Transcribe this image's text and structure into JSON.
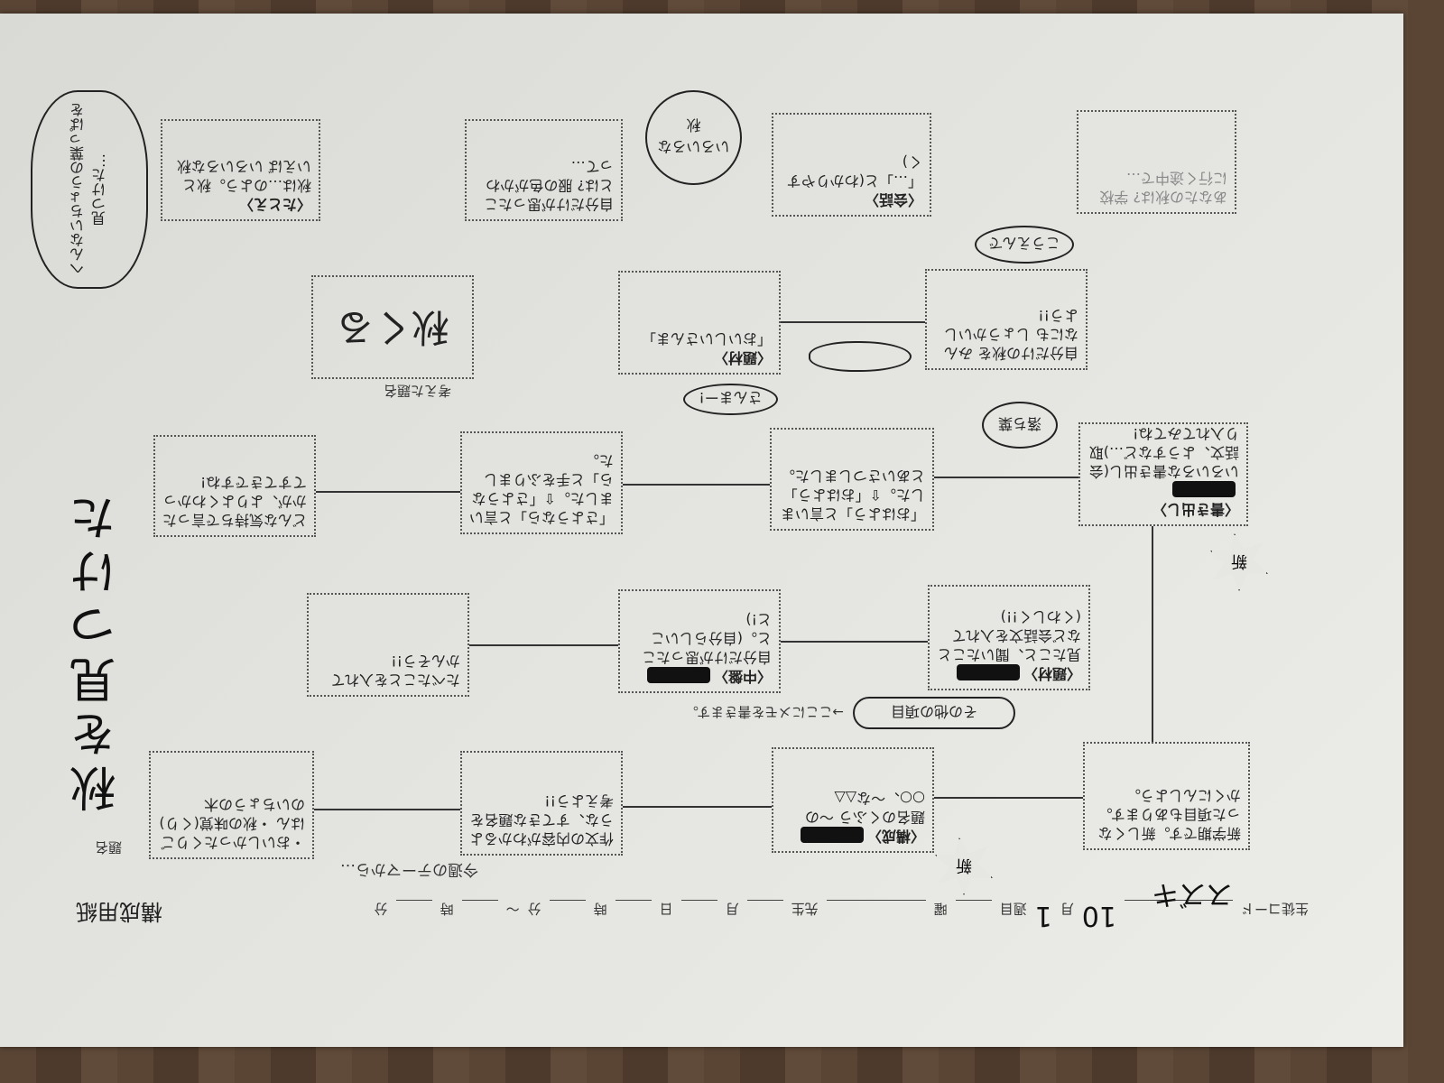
{
  "header": {
    "student_code_label": "生徒コード",
    "name": "スズキ",
    "month": "10",
    "month_label": "月",
    "week": "1",
    "week_label": "週目",
    "weekday_label": "曜",
    "teacher_label": "先生",
    "date_month_label": "月",
    "date_day_label": "日",
    "time_from_hour": "時",
    "time_from_min": "分",
    "tilde": "～",
    "time_to_hour": "時",
    "time_to_min": "分",
    "sheet_title": "構成用紙",
    "title_label": "題名",
    "theme_prompt": "今週のテーマから…"
  },
  "essay_title": "秋を見つけた",
  "boxes": {
    "r1": {
      "text": "・おいしかったくりごはん ・秋の味覚(くり) のいちょうの木"
    },
    "r2": {
      "text": "作文の内容がわかるような、すてきな題名を考えよう!!"
    },
    "r3": {
      "tag": "〈構成〉",
      "text": "題名のくふう ～の○○、～な△△"
    },
    "r4": {
      "text": "新学期です。新しくなった項目もあります。かくにんしよう。"
    },
    "m1": {
      "text": "たべたことを入れて かんそう!!"
    },
    "m2": {
      "tag": "〈中盤〉",
      "text": "自分だけが思ったこと。(自分らしいこと!)"
    },
    "m3": {
      "tag": "〈題材〉",
      "text": "見たこと、聞いたことなど会話文を入れて(くわしく!!)"
    },
    "e1": {
      "text": "どんな気持ちで言ったかが、よりよくわかってすてきですね!"
    },
    "e2": {
      "text": "「さようなら」と言いました。⇧「さようなら」と手をふりました。"
    },
    "e3": {
      "text": "「おはよう」と言いました。⇧「おはよう」とあいさつしました。"
    },
    "e4": {
      "tag": "〈書き出し〉",
      "text": "いろいろな書き出し(会話文、ようすなど…)取り入れてみてね!"
    },
    "t1": {
      "label": "考えた題名",
      "text": "秋くる"
    },
    "t2": {
      "tag": "〈題材〉",
      "text": "「おいしいさんま」"
    },
    "t3": {
      "text": "自分だけの秋を みんなにも しょうかいしよう!!"
    },
    "u1": {
      "tag": "〈たとえ〉",
      "text": "秋は…のよう。秋といえば いろいろな秋"
    },
    "u2": {
      "text": "自分だけが思ったことは? 服の色がかわって…"
    },
    "u3": {
      "tag": "〈会話〉",
      "text": "「…」と(わかりやすく)"
    },
    "u4": {
      "text": "あなたの秋は? 学校に行く途中で…"
    }
  },
  "bubbles": {
    "other_items": "その他の項目",
    "memo_note": "→ここにメモを書きます。",
    "various_autumn": "いろいろな秋",
    "park": "こうえんで",
    "fallen_leaves": "落ち葉",
    "sanma": "さんまー!",
    "ginkgo": "へんないちょうの葉っぱを見つけた…",
    "new1": "新",
    "new2": "新"
  }
}
